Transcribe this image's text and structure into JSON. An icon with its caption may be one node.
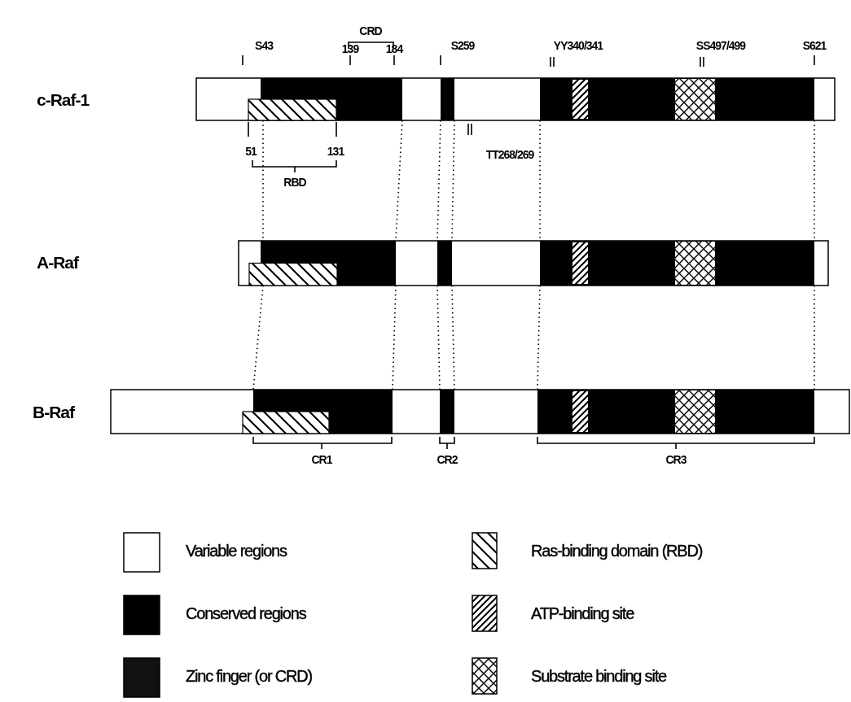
{
  "diagram": {
    "labels": [
      "CRD",
      "S43",
      "139",
      "184",
      "S259",
      "YY340/341",
      "SS497/499",
      "S621",
      "c-Raf-1",
      "51",
      "131",
      "TT268/269",
      "RBD",
      "A-Raf",
      "B-Raf",
      "CR1",
      "CR2",
      "CR3"
    ],
    "legend": [
      {
        "text": "Variable regions",
        "color": "#ffffff"
      },
      {
        "text": "Ras-binding domain (RBD)"
      },
      {
        "text": "Conserved regions",
        "color": "#000000"
      },
      {
        "text": "ATP-binding site"
      },
      {
        "text": "Zinc finger (or CRD)",
        "color": "#111111"
      },
      {
        "text": "Substrate binding site"
      }
    ]
  }
}
